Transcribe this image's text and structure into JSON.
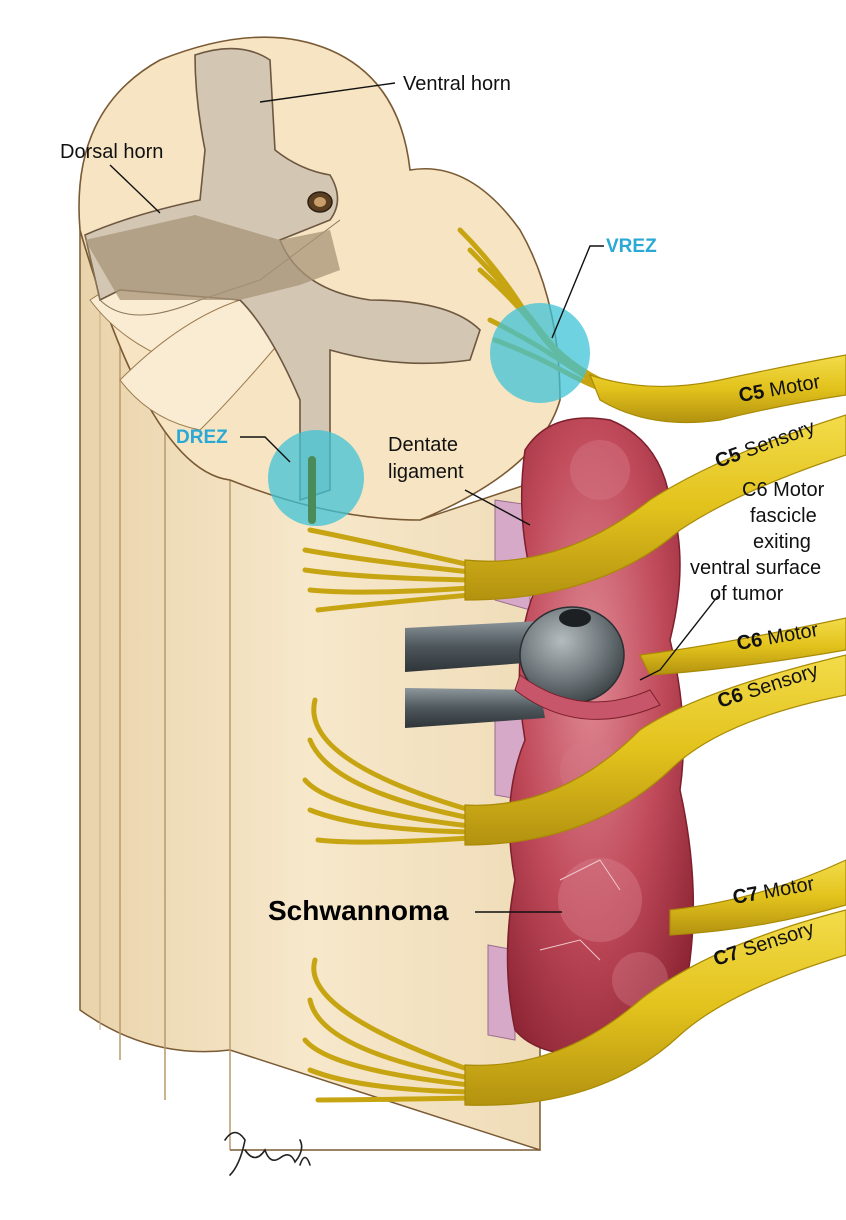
{
  "labels": {
    "ventral_horn": "Ventral horn",
    "dorsal_horn": "Dorsal horn",
    "vrez": "VREZ",
    "drez": "DREZ",
    "dentate_line1": "Dentate",
    "dentate_line2": "ligament",
    "c6_note_line1": "C6 Motor",
    "c6_note_line2": "fascicle",
    "c6_note_line3": "exiting",
    "c6_note_line4": "ventral surface",
    "c6_note_line5": "of tumor",
    "schwannoma": "Schwannoma"
  },
  "nerve_roots": [
    {
      "level": "C5",
      "kind": "Motor"
    },
    {
      "level": "C5",
      "kind": "Sensory"
    },
    {
      "level": "C6",
      "kind": "Motor"
    },
    {
      "level": "C6",
      "kind": "Sensory"
    },
    {
      "level": "C7",
      "kind": "Motor"
    },
    {
      "level": "C7",
      "kind": "Sensory"
    }
  ],
  "signature": "Purnell",
  "colors": {
    "cord": "#f5e3c2",
    "cord_shadow": "#e6cfa6",
    "gray_matter": "#d3c7b4",
    "nerve": "#e2c21c",
    "nerve_edge": "#a88a05",
    "tumor": "#b8394a",
    "tumor_light": "#d97a86",
    "zone_highlight": "#3fc3d6",
    "zone_label": "#2aa9d6",
    "dentate": "#d6a9c8",
    "instrument": "#5d666b"
  }
}
